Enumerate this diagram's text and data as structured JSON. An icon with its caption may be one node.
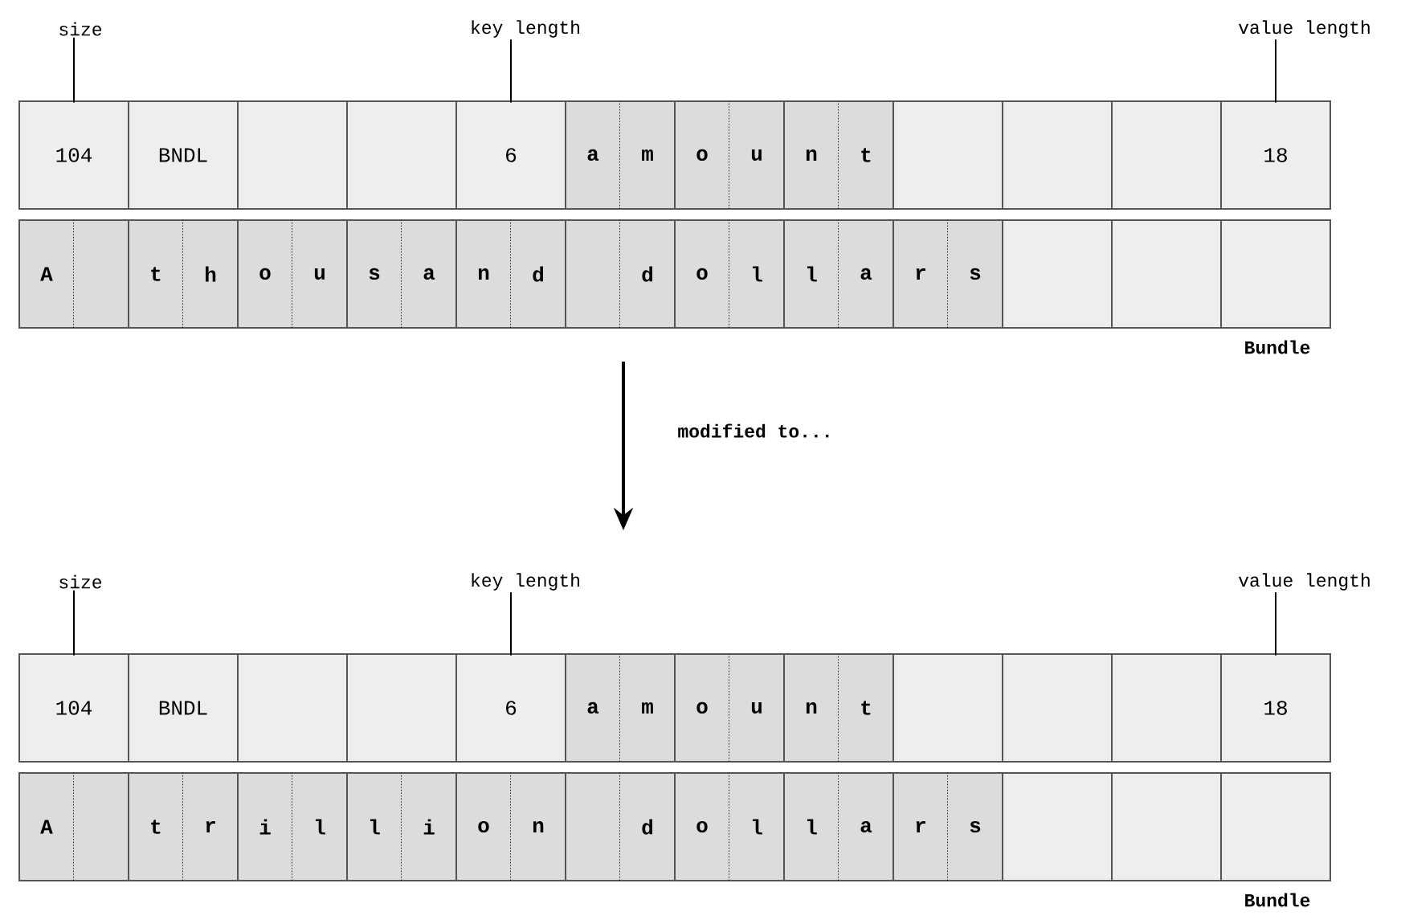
{
  "diagram": {
    "nodes": [
      {
        "text": [
          "size"
        ]
      },
      {
        "text": [
          "key length"
        ]
      },
      {
        "text": [
          "value length"
        ]
      },
      {
        "text": [
          "104"
        ]
      },
      {
        "text": [
          "BNDL"
        ]
      },
      {
        "text": [],
        "shape": "box"
      },
      {
        "text": [],
        "shape": "box"
      },
      {
        "text": [
          "6"
        ]
      },
      {
        "text": [
          "a"
        ]
      },
      {
        "text": [
          "m"
        ]
      },
      {
        "text": [
          "o"
        ]
      },
      {
        "text": [
          "u"
        ]
      },
      {
        "text": [
          "n"
        ]
      },
      {
        "text": [
          "t"
        ]
      },
      {
        "text": [],
        "shape": "box"
      },
      {
        "text": [],
        "shape": "box"
      },
      {
        "text": [],
        "shape": "box"
      },
      {
        "text": [
          "18"
        ]
      },
      {
        "text": [
          "A"
        ]
      },
      {
        "text": [],
        "shape": "box"
      },
      {
        "text": [
          "t"
        ]
      },
      {
        "text": [
          "h"
        ]
      },
      {
        "text": [
          "o"
        ]
      },
      {
        "text": [
          "u"
        ]
      },
      {
        "text": [
          "s"
        ]
      },
      {
        "text": [
          "a"
        ]
      },
      {
        "text": [
          "n"
        ]
      },
      {
        "text": [
          "d"
        ]
      },
      {
        "text": [],
        "shape": "box"
      },
      {
        "text": [
          "d"
        ]
      },
      {
        "text": [
          "o"
        ]
      },
      {
        "text": [
          "l"
        ]
      },
      {
        "text": [
          "l"
        ]
      },
      {
        "text": [
          "a"
        ]
      },
      {
        "text": [
          "r"
        ]
      },
      {
        "text": [
          "s"
        ]
      },
      {
        "text": [],
        "shape": "box"
      },
      {
        "text": [],
        "shape": "box"
      },
      {
        "text": [],
        "shape": "box"
      },
      {
        "text": [
          "size"
        ]
      },
      {
        "text": [
          "key length"
        ]
      },
      {
        "text": [
          "value length"
        ]
      },
      {
        "text": [
          "104"
        ]
      },
      {
        "text": [
          "BNDL"
        ]
      },
      {
        "text": [],
        "shape": "box"
      },
      {
        "text": [],
        "shape": "box"
      },
      {
        "text": [
          "6"
        ]
      },
      {
        "text": [
          "a"
        ]
      },
      {
        "text": [
          "m"
        ]
      },
      {
        "text": [
          "o"
        ]
      },
      {
        "text": [
          "u"
        ]
      },
      {
        "text": [
          "n"
        ]
      },
      {
        "text": [
          "t"
        ]
      },
      {
        "text": [],
        "shape": "box"
      },
      {
        "text": [],
        "shape": "box"
      },
      {
        "text": [],
        "shape": "box"
      },
      {
        "text": [
          "18"
        ]
      },
      {
        "text": [
          "A"
        ]
      },
      {
        "text": [],
        "shape": "box"
      },
      {
        "text": [
          "t"
        ]
      },
      {
        "text": [
          "r"
        ]
      },
      {
        "text": [
          "i"
        ]
      },
      {
        "text": [
          "l"
        ]
      },
      {
        "text": [
          "l"
        ]
      },
      {
        "text": [
          "i"
        ]
      },
      {
        "text": [
          "o"
        ]
      },
      {
        "text": [
          "n"
        ]
      },
      {
        "text": [],
        "shape": "box"
      },
      {
        "text": [
          "d"
        ]
      },
      {
        "text": [
          "o"
        ]
      },
      {
        "text": [
          "l"
        ]
      },
      {
        "text": [
          "l"
        ]
      },
      {
        "text": [
          "a"
        ]
      },
      {
        "text": [
          "r"
        ]
      },
      {
        "text": [
          "s"
        ]
      },
      {
        "text": [],
        "shape": "box"
      },
      {
        "text": [],
        "shape": "box"
      },
      {
        "text": [],
        "shape": "box"
      }
    ],
    "edges": [
      {
        "from": 0,
        "to": 3,
        "arrow": "none"
      },
      {
        "from": 1,
        "to": 7,
        "arrow": "none"
      },
      {
        "from": 2,
        "to": 17,
        "arrow": "none"
      },
      {
        "from": 39,
        "to": 42,
        "arrow": "none"
      },
      {
        "from": 40,
        "to": 46,
        "arrow": "none"
      },
      {
        "from": 41,
        "to": 56,
        "arrow": "none"
      }
    ],
    "labels": [
      "Bundle",
      "modified to...",
      "Bundle"
    ]
  }
}
